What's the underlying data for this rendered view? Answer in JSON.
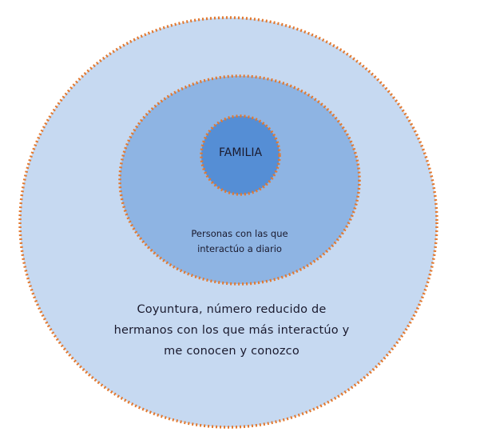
{
  "diagram": {
    "inner": {
      "label": "FAMILIA"
    },
    "middle": {
      "lines": [
        "Personas con las que",
        "interactúo a diario"
      ]
    },
    "outer": {
      "lines": [
        "Coyuntura, número reducido de",
        "hermanos con los que más interactúo y",
        "me conocen y conozco"
      ]
    }
  },
  "colors": {
    "outer_fill": "#c6d9f1",
    "middle_fill": "#8eb4e3",
    "inner_fill": "#558ed5",
    "border": "#e2782f"
  }
}
